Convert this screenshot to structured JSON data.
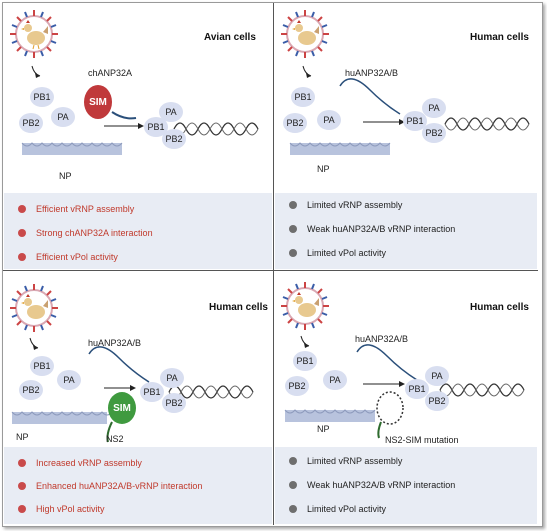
{
  "panels": [
    {
      "title": "Avian cells",
      "adaptor": "chANP32A",
      "np_label": "NP",
      "sim_label": "SIM",
      "proteins": {
        "pb1": "PB1",
        "pb2": "PB2",
        "pa": "PA",
        "c_pa": "PA",
        "c_pb1": "PB1",
        "c_pb2": "PB2"
      },
      "bullets": [
        "Efficient vRNP assembly",
        "Strong chANP32A interaction",
        "Efficient vPol activity"
      ]
    },
    {
      "title": "Human cells",
      "adaptor": "huANP32A/B",
      "np_label": "NP",
      "proteins": {
        "pb1": "PB1",
        "pb2": "PB2",
        "pa": "PA",
        "c_pa": "PA",
        "c_pb1": "PB1",
        "c_pb2": "PB2"
      },
      "bullets": [
        "Limited vRNP assembly",
        "Weak huANP32A/B vRNP interaction",
        "Limited vPol activity"
      ]
    },
    {
      "title": "Human cells",
      "adaptor": "huANP32A/B",
      "np_label": "NP",
      "sim_label": "SIM",
      "ns2_label": "NS2",
      "proteins": {
        "pb1": "PB1",
        "pb2": "PB2",
        "pa": "PA",
        "c_pa": "PA",
        "c_pb1": "PB1",
        "c_pb2": "PB2"
      },
      "bullets": [
        "Increased vRNP assembly",
        "Enhanced huANP32A/B-vRNP interaction",
        "High vPol activity"
      ]
    },
    {
      "title": "Human cells",
      "adaptor": "huANP32A/B",
      "np_label": "NP",
      "ns2_label": "NS2-SIM mutation",
      "proteins": {
        "pb1": "PB1",
        "pb2": "PB2",
        "pa": "PA",
        "c_pa": "PA",
        "c_pb1": "PB1",
        "c_pb2": "PB2"
      },
      "bullets": [
        "Limited vRNP assembly",
        "Weak huANP32A/B vRNP interaction",
        "Limited vPol activity"
      ]
    }
  ],
  "colors": {
    "red_bullet": "#c94a4a",
    "grey_bullet": "#6e6e6e",
    "protein_fill": "#d8def0",
    "sim_red": "#c0393b",
    "sim_green": "#3f9a3f",
    "summary_bg": "#e8ecf4"
  },
  "icons": [
    "virus-icon",
    "chicken-icon"
  ]
}
